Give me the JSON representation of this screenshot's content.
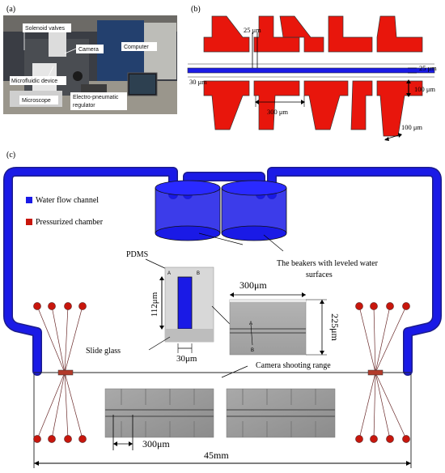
{
  "panel_a": {
    "label": "(a)",
    "callouts": {
      "solenoid_valves": "Solenoid valves",
      "camera": "Camera",
      "computer": "Computer",
      "microfluidic_device": "Microfluidic device",
      "microscope": "Microscope",
      "regulator_line1": "Electro-pneumatic",
      "regulator_line2": "regulator"
    }
  },
  "panel_b": {
    "label": "(b)",
    "dims": {
      "gap_top": "25 μm",
      "channel_width": "25 μm",
      "gap_left": "30 μm",
      "chamber_height": "100 μm",
      "pitch": "300 μm",
      "inlet_width": "100 μm"
    },
    "colors": {
      "chamber": "#e8160c",
      "channel": "#1a1ae6"
    }
  },
  "panel_c": {
    "label": "(c)",
    "legend": {
      "water": "Water flow channel",
      "pressurized": "Pressurized chamber"
    },
    "labels": {
      "beakers_line1": "The beakers with leveled water",
      "beakers_line2": "surfaces",
      "pdms": "PDMS",
      "slide_glass": "Slide glass",
      "camera_range": "Camera shooting range",
      "point_a": "A",
      "point_b": "B"
    },
    "dims": {
      "cross_height": "112μm",
      "cross_width": "30μm",
      "image_width": "300μm",
      "image_height": "225μm",
      "bottom_pitch": "300μm",
      "total_length": "45mm"
    },
    "colors": {
      "water": "#1a1ae6",
      "pressurized": "#c8160c",
      "pdms": "#d8d8d8"
    }
  }
}
